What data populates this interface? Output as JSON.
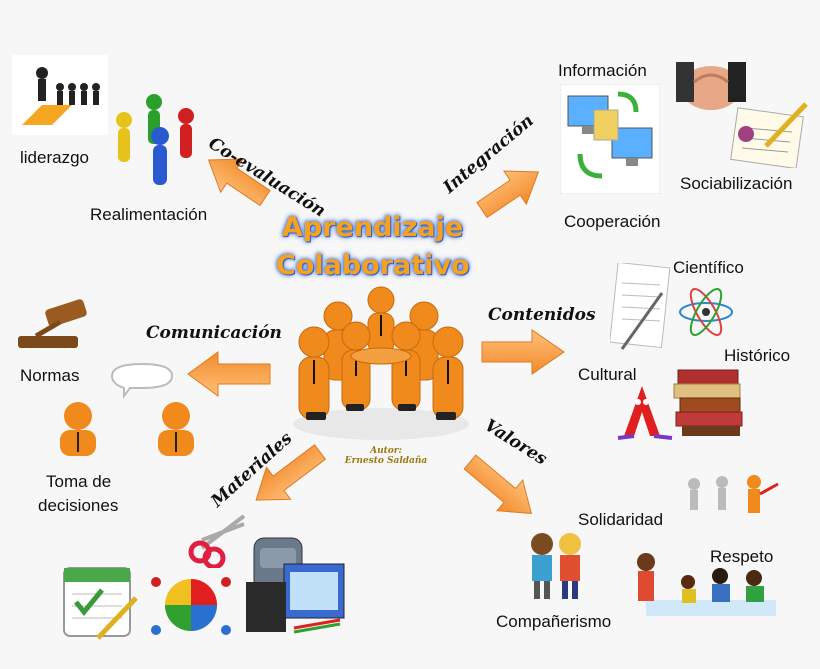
{
  "center": {
    "title_line1": "Aprendizaje",
    "title_line2": "Colaborativo",
    "author_label": "Autor:",
    "author_name": "Ernesto Saldaña"
  },
  "branches": {
    "co_evaluacion": "Co-evaluación",
    "integracion": "Integración",
    "contenidos": "Contenidos",
    "valores": "Valores",
    "materiales": "Materiales",
    "comunicacion": "Comunicación"
  },
  "leaves": {
    "liderazgo": "liderazgo",
    "realimentacion": "Realimentación",
    "informacion": "Información",
    "sociabilizacion": "Sociabilización",
    "cooperacion": "Cooperación",
    "cientifico": "Científico",
    "historico": "Histórico",
    "cultural": "Cultural",
    "solidaridad": "Solidaridad",
    "respeto": "Respeto",
    "companerismo": "Compañerismo",
    "normas": "Normas",
    "toma_line1": "Toma de",
    "toma_line2": "decisiones"
  },
  "colors": {
    "arrow": "#f7a04a",
    "title": "#f6a21e",
    "figure": "#f08a1c"
  }
}
